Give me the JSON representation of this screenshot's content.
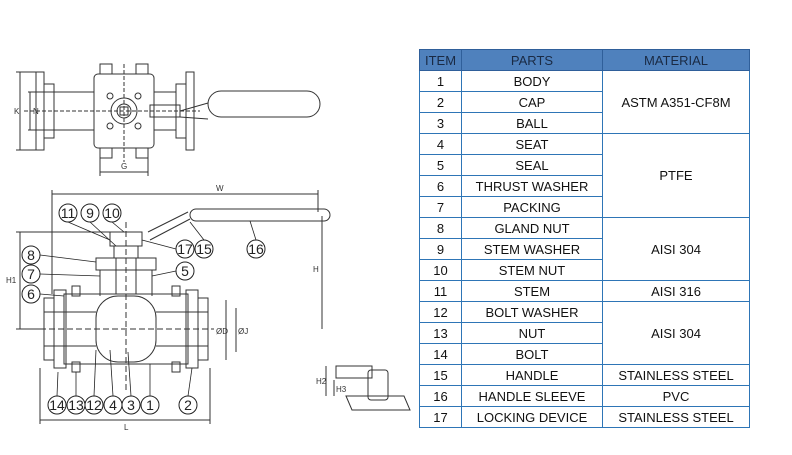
{
  "table": {
    "headers": {
      "item": "ITEM",
      "parts": "PARTS",
      "material": "MATERIAL"
    },
    "rows": [
      {
        "item": "1",
        "part": "BODY",
        "material": "ASTM A351-CF8M"
      },
      {
        "item": "2",
        "part": "CAP",
        "material": "ASTM A351-CF8M"
      },
      {
        "item": "3",
        "part": "BALL",
        "material": "ASTM A351-CF8M"
      },
      {
        "item": "4",
        "part": "SEAT",
        "material": "PTFE"
      },
      {
        "item": "5",
        "part": "SEAL",
        "material": "PTFE"
      },
      {
        "item": "6",
        "part": "THRUST WASHER",
        "material": "PTFE"
      },
      {
        "item": "7",
        "part": "PACKING",
        "material": "PTFE"
      },
      {
        "item": "8",
        "part": "GLAND NUT",
        "material": "AISI 304"
      },
      {
        "item": "9",
        "part": "STEM WASHER",
        "material": "AISI 304"
      },
      {
        "item": "10",
        "part": "STEM NUT",
        "material": "AISI 304"
      },
      {
        "item": "11",
        "part": "STEM",
        "material": "AISI 316"
      },
      {
        "item": "12",
        "part": "BOLT WASHER",
        "material": "AISI 304"
      },
      {
        "item": "13",
        "part": "NUT",
        "material": "AISI 304"
      },
      {
        "item": "14",
        "part": "BOLT",
        "material": "AISI 304"
      },
      {
        "item": "15",
        "part": "HANDLE",
        "material": "STAINLESS STEEL"
      },
      {
        "item": "16",
        "part": "HANDLE SLEEVE",
        "material": "PVC"
      },
      {
        "item": "17",
        "part": "LOCKING DEVICE",
        "material": "STAINLESS STEEL"
      }
    ]
  },
  "callouts": {
    "c1": "1",
    "c2": "2",
    "c3": "3",
    "c4": "4",
    "c5": "5",
    "c6": "6",
    "c7": "7",
    "c8": "8",
    "c9": "9",
    "c10": "10",
    "c11": "11",
    "c12": "12",
    "c13": "13",
    "c14": "14",
    "c15": "15",
    "c16": "16",
    "c17": "17"
  },
  "dimensions": {
    "K": "K",
    "N": "N",
    "G": "G",
    "W": "W",
    "H1": "H1",
    "H": "H",
    "phiD": "ØD",
    "phiJ": "ØJ",
    "L": "L",
    "H2": "H2",
    "H3": "H3"
  }
}
